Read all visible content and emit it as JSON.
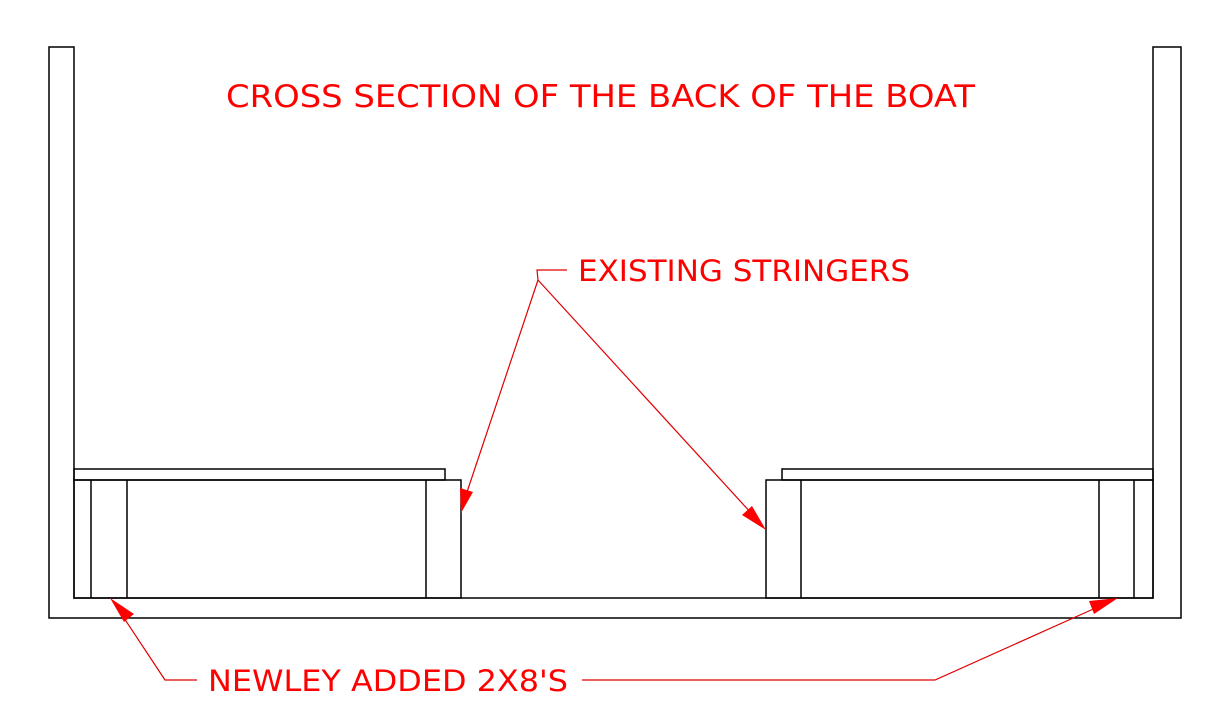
{
  "title": "CROSS SECTION OF THE BACK OF THE BOAT",
  "labels": {
    "existing_stringers": "EXISTING STRINGERS",
    "newly_added": "NEWLEY ADDED 2X8'S"
  },
  "colors": {
    "annotation": "#ff0000",
    "linework": "#000000",
    "background": "#ffffff"
  }
}
